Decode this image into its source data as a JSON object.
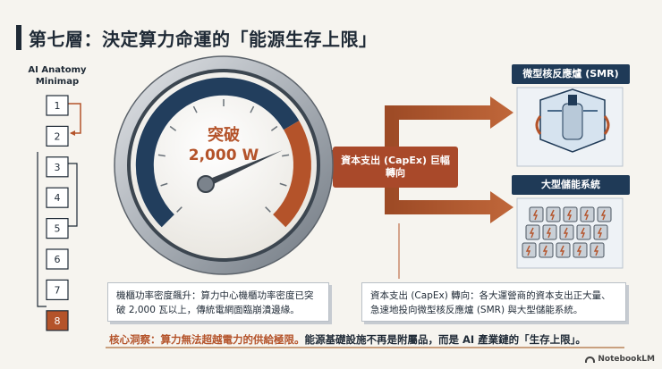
{
  "title": "第七層：決定算力命運的「能源生存上限」",
  "minimap": {
    "title": "AI Anatomy Minimap",
    "items": [
      "1",
      "2",
      "3",
      "4",
      "5",
      "6",
      "7",
      "8"
    ],
    "active": "8"
  },
  "gauge": {
    "label_line1": "突破",
    "label_line2": "2,000 W",
    "needle_level": 0.78
  },
  "capex_label": "資本支出 (CapEx) 巨幅轉向",
  "panels": {
    "smr": "微型核反應爐 (SMR)",
    "storage": "大型儲能系統"
  },
  "descriptions": {
    "left": "機櫃功率密度飆升：算力中心機櫃功率密度已突破 2,000 瓦以上，傳統電網面臨崩潰邊緣。",
    "right": "資本支出 (CapEx) 轉向：各大運營商的資本支出正大量、急速地投向微型核反應爐 (SMR) 與大型儲能系統。"
  },
  "insight": {
    "highlight": "核心洞察：算力無法超越電力的供給極限。",
    "rest": "能源基礎設施不再是附屬品，而是 AI 產業鏈的「生存上限」。"
  },
  "watermark": "NotebookLM",
  "colors": {
    "navy": "#1f3a57",
    "accent": "#b4532a",
    "background": "#f6f4ef"
  }
}
